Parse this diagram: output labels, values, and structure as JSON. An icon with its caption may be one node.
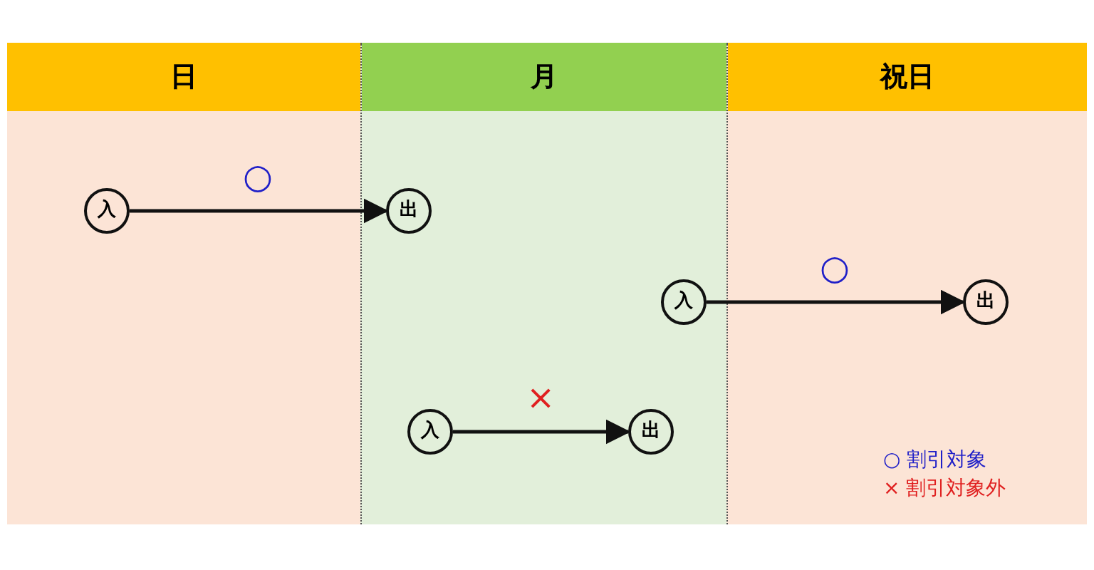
{
  "diagram": {
    "nodes": [
      {
        "text": [
          "日"
        ]
      },
      {
        "text": [
          "月"
        ]
      },
      {
        "text": [
          "祝日"
        ]
      },
      {
        "text": [
          "入"
        ],
        "in": 0
      },
      {
        "text": [
          "出"
        ],
        "in": 1
      },
      {
        "text": [
          "入"
        ],
        "in": 1
      },
      {
        "text": [
          "出"
        ],
        "in": 2
      },
      {
        "text": [
          "入"
        ],
        "in": 1
      },
      {
        "text": [
          "出"
        ],
        "in": 1
      }
    ],
    "edges": [
      {
        "from": 3,
        "to": 4,
        "arrow": "to",
        "label": "○"
      },
      {
        "from": 5,
        "to": 6,
        "arrow": "to",
        "label": "○"
      },
      {
        "from": 7,
        "to": 8,
        "arrow": "to",
        "label": "×"
      }
    ],
    "legend": [
      {
        "text": "○ 割引対象"
      },
      {
        "text": "× 割引対象外"
      }
    ]
  }
}
